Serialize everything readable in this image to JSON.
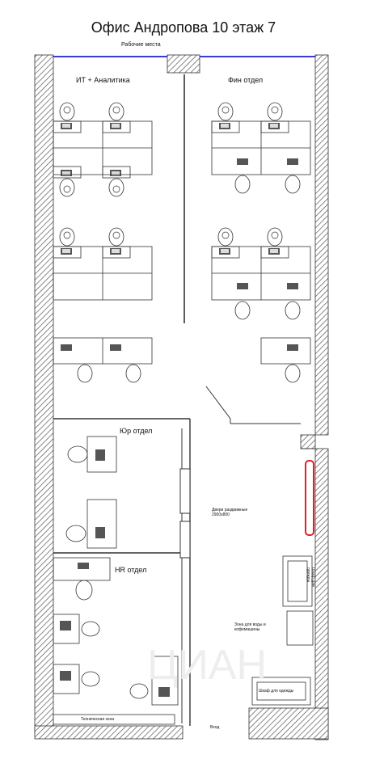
{
  "title": "Офис Андропова 10 этаж 7",
  "subtitle": "Рабочие места",
  "rooms": {
    "it": "ИТ + Аналитика",
    "fin": "Фин отдел",
    "legal": "Юр отдел",
    "hr": "HR отдел"
  },
  "notes": {
    "doors": "Двери раздвижные 2900х800",
    "water": "Зона для воды и кофемашины",
    "cabinet_clothes": "Шкаф для одежды",
    "cabinet_clothes2": "Шкаф для одежды",
    "tech": "Техническая зона",
    "entrance": "Вход"
  },
  "watermark": "ЦИАН",
  "colors": {
    "window": "#3a3ad6",
    "radiator": "#e0202a",
    "wall_hatch": "#555555"
  }
}
